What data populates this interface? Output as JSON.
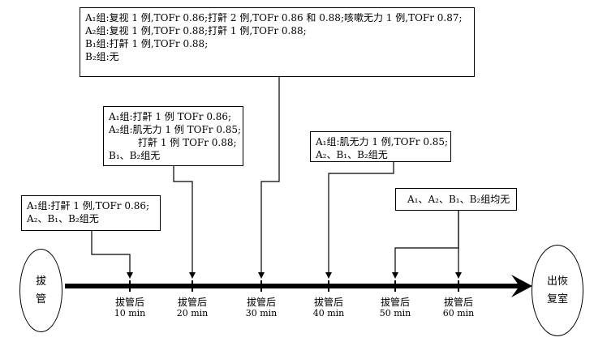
{
  "start_node": {
    "line1": "拔",
    "line2": "管"
  },
  "end_node": {
    "line1": "出恢",
    "line2": "复室"
  },
  "ticks": [
    {
      "label": "拔管后",
      "time": "10 min"
    },
    {
      "label": "拔管后",
      "time": "20 min"
    },
    {
      "label": "拔管后",
      "time": "30 min"
    },
    {
      "label": "拔管后",
      "time": "40 min"
    },
    {
      "label": "拔管后",
      "time": "50 min"
    },
    {
      "label": "拔管后",
      "time": "60 min"
    }
  ],
  "boxes": {
    "min30": [
      "A₁组:复视 1 例,TOFr 0.86;打鼾 2 例,TOFr 0.86 和 0.88;咳嗽无力 1 例,TOFr 0.87;",
      "A₂组:复视 1 例,TOFr 0.88;打鼾 1 例,TOFr 0.88;",
      "B₁组:打鼾 1 例,TOFr 0.88;",
      "B₂组:无"
    ],
    "min20": [
      "A₁组:打鼾 1 例 TOFr 0.86;",
      "A₂组:肌无力 1 例 TOFr 0.85;",
      "　　　打鼾 1 例 TOFr 0.88;",
      "B₁、B₂组无"
    ],
    "min40": [
      "A₁组:肌无力 1 例,TOFr 0.85;",
      "A₂、B₁、B₂组无"
    ],
    "min10": [
      "A₁组:打鼾 1 例,TOFr 0.86;",
      "A₂、B₁、B₂组无"
    ],
    "min50_60": [
      "A₁、A₂、B₁、B₂组均无"
    ]
  }
}
